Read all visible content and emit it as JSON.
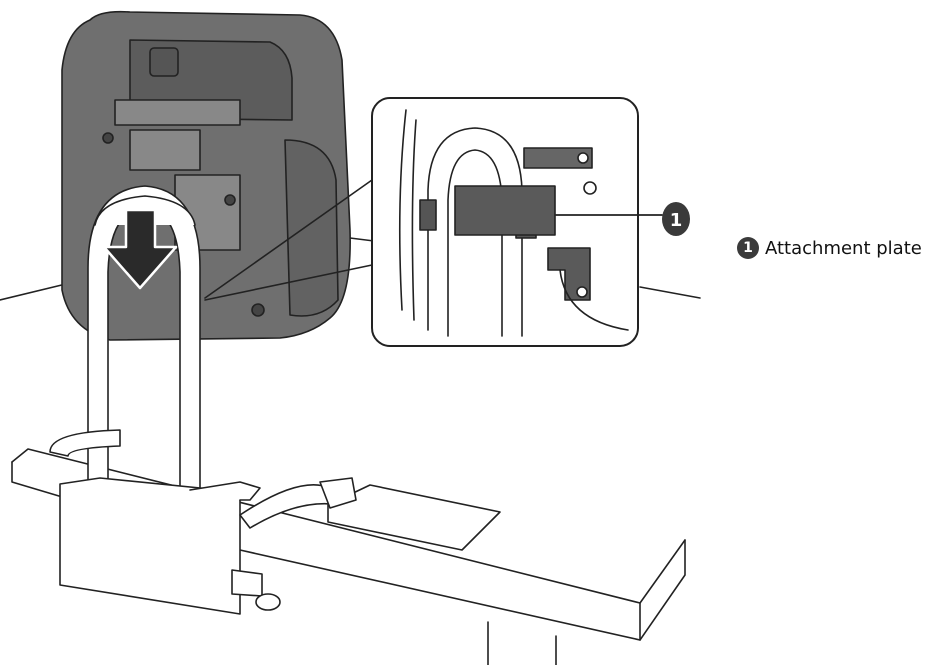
{
  "callout": {
    "number": "1"
  },
  "legend": {
    "number": "1",
    "label": "Attachment plate"
  },
  "colors": {
    "device": "#6f6f6f",
    "device_dark": "#3c3c3c",
    "line": "#222222",
    "fill": "#ffffff",
    "plate": "#5a5a5a"
  },
  "icons": {
    "arrow": "down-arrow-icon"
  }
}
